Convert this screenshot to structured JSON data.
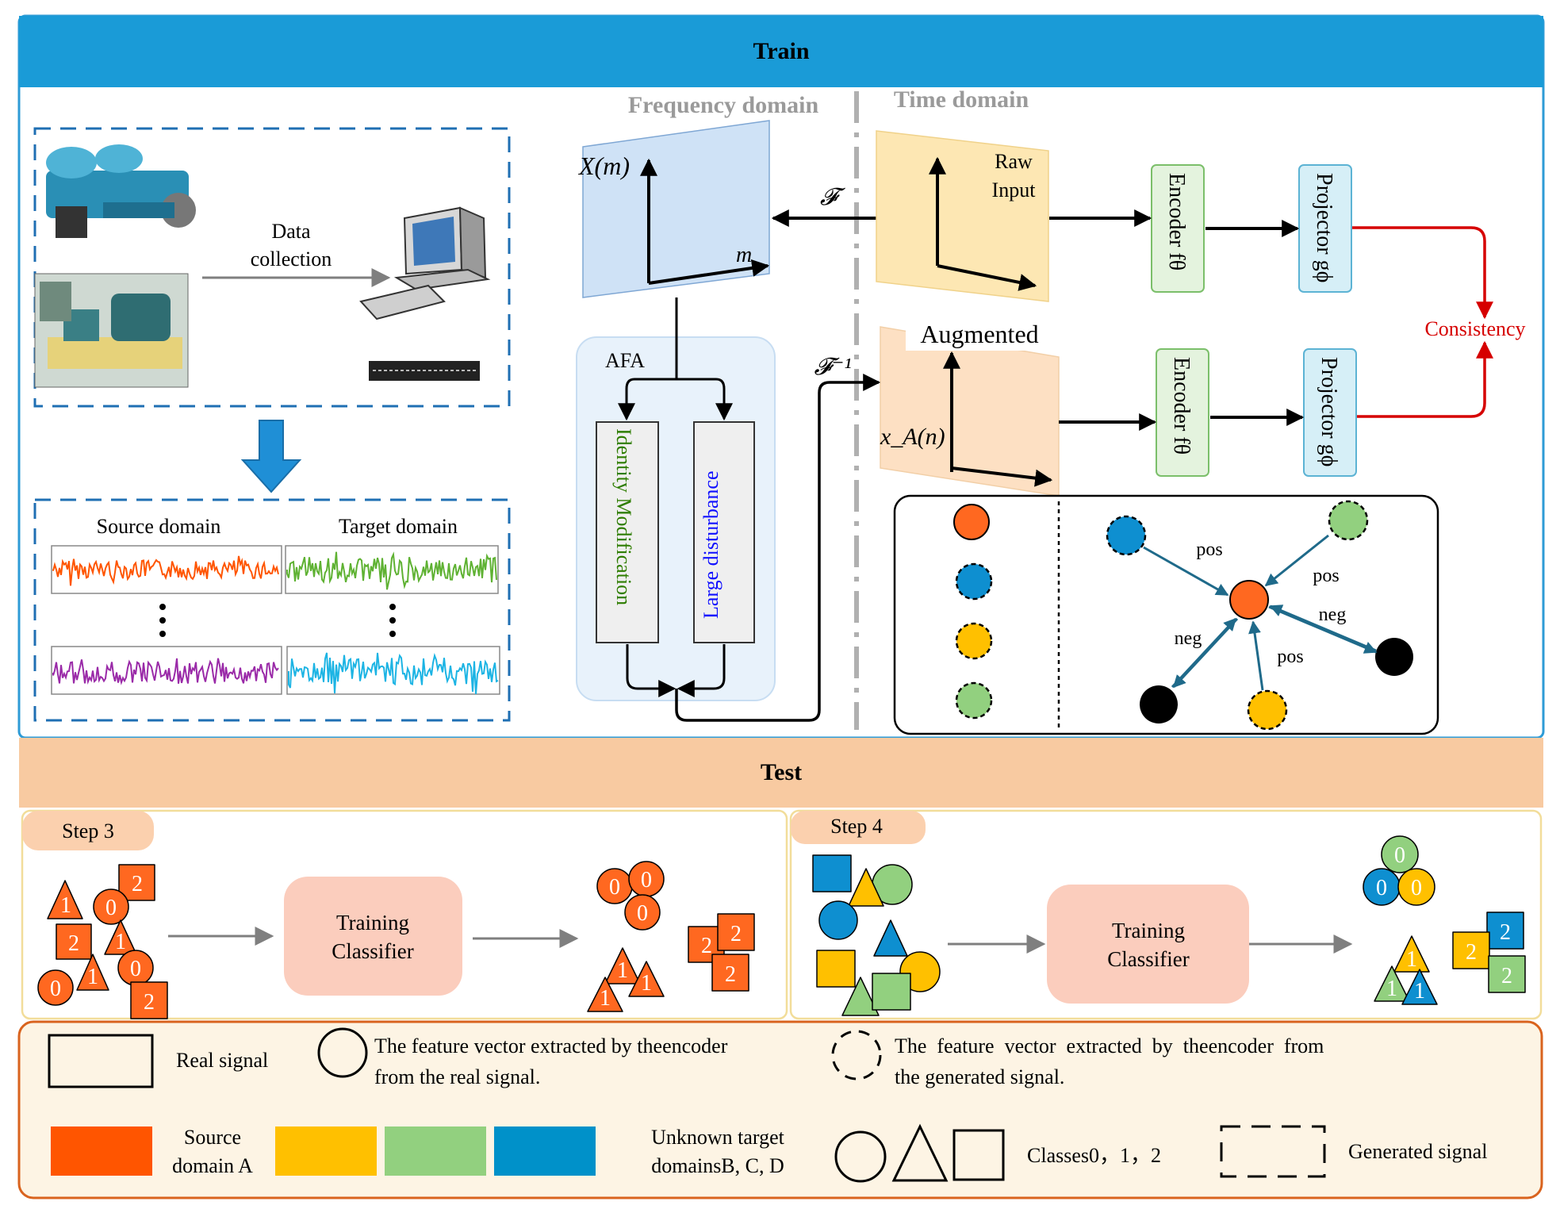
{
  "train": {
    "title": "Train",
    "freq_title": "Frequency domain",
    "time_title": "Time domain",
    "data_collection": [
      "Data",
      "collection"
    ],
    "source_domain": "Source domain",
    "target_domain": "Target domain",
    "freq_y_label": "X(m)",
    "freq_x_label": "m",
    "fourier_label": "𝓕",
    "inv_fourier_label": "𝓕⁻¹",
    "raw_input": [
      "Raw",
      "Input"
    ],
    "augmented": "Augmented",
    "aug_y_label": "x_A(n)",
    "encoder_label": "Encoder fθ",
    "projector_label": "Projector gϕ",
    "consistency": "Consistency",
    "afa_label": "AFA",
    "identity_mod": "Identity Modification",
    "large_disturbance": "Large disturbance",
    "pos": "pos",
    "neg": "neg"
  },
  "test": {
    "title": "Test",
    "step3": "Step 3",
    "step4": "Step 4",
    "training_classifier": [
      "Training",
      "Classifier"
    ]
  },
  "legend": {
    "real_signal": "Real signal",
    "real_feature": [
      "The feature vector extracted by theencoder",
      "from the real signal."
    ],
    "gen_feature": [
      "The  feature  vector  extracted  by  theencoder  from",
      "the generated signal."
    ],
    "source_domain_a": [
      "Source",
      "domain A"
    ],
    "unknown_targets": [
      "Unknown target",
      "domainsB, C, D"
    ],
    "classes": "Classes0，1，2",
    "generated_signal": "Generated signal"
  },
  "colors": {
    "train_header": "#1a9bd7",
    "test_header": "#f7c8a0",
    "domain_a": "#ff5500",
    "domain_b": "#ffc000",
    "domain_c": "#92d07f",
    "domain_d": "#0091c9",
    "consistency": "#d60000",
    "identity_text": "#2e7d00",
    "disturbance_text": "#1010ff"
  }
}
